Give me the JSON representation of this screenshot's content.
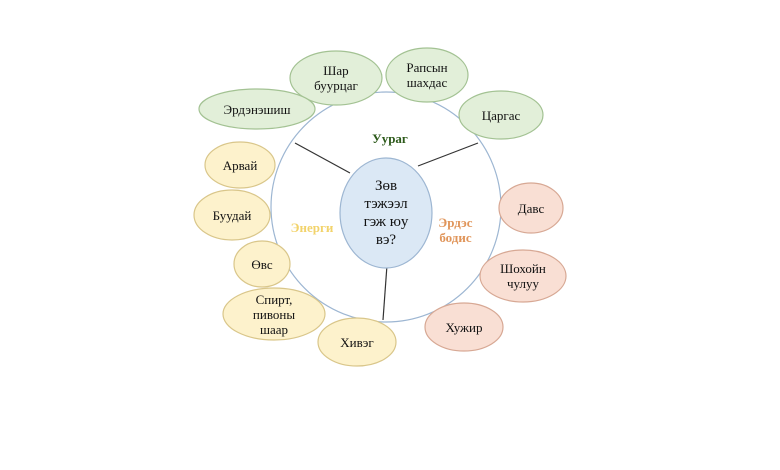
{
  "center": {
    "text": "Зөв\nтэжээл\nгэж юу\nвэ?"
  },
  "sectors": {
    "protein": {
      "label": "Уураг",
      "color": "#2d5a1b"
    },
    "energy": {
      "label": "Энерги",
      "color": "#f2d36b"
    },
    "minerals": {
      "label": "Эрдэс\nбодис",
      "color": "#e0955a"
    }
  },
  "bubbles": {
    "green": [
      "Шар\nбуурцаг",
      "Рапсын\nшахдас",
      "Царгас",
      "Эрдэнэшиш"
    ],
    "yellow": [
      "Арвай",
      "Буудай",
      "Өвс",
      "Спирт,\nпивоны\nшаар",
      "Хивэг"
    ],
    "peach": [
      "Давс",
      "Шохойн\nчулуу",
      "Хужир"
    ]
  },
  "colors": {
    "green_fill": "#e2efd9",
    "green_stroke": "#a3c293",
    "yellow_fill": "#fdf2cc",
    "yellow_stroke": "#d9c68a",
    "peach_fill": "#f9dfd4",
    "peach_stroke": "#d7a894",
    "center_fill": "#dbe8f5",
    "center_stroke": "#9db6d2",
    "ring_stroke": "#9db6d2"
  }
}
